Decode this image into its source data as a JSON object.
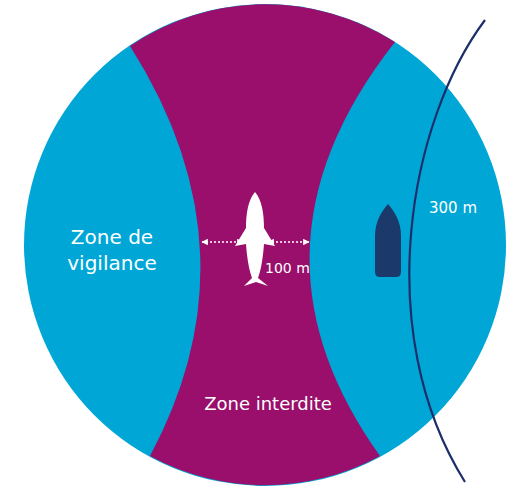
{
  "diagram": {
    "nodes": [
      {
        "text": [
          "Zone de vigilance"
        ]
      },
      {
        "text": [
          "Zone interdite"
        ],
        "in": 0
      }
    ],
    "labels": [
      "100 m",
      "300 m"
    ]
  }
}
